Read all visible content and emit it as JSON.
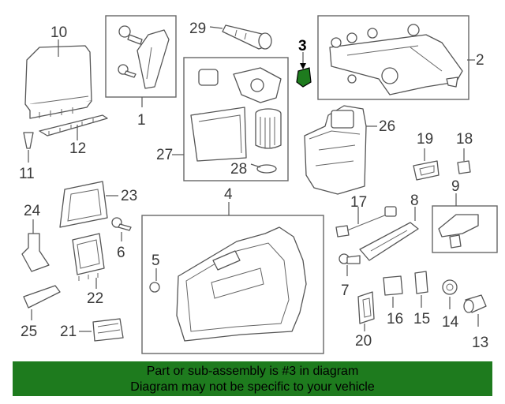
{
  "diagram": {
    "highlight_color": "#1e7b1e",
    "callouts": {
      "c1": "1",
      "c2": "2",
      "c3": "3",
      "c4": "4",
      "c5": "5",
      "c6": "6",
      "c7": "7",
      "c8": "8",
      "c9": "9",
      "c10": "10",
      "c11": "11",
      "c12": "12",
      "c13": "13",
      "c14": "14",
      "c15": "15",
      "c16": "16",
      "c17": "17",
      "c18": "18",
      "c19": "19",
      "c20": "20",
      "c21": "21",
      "c22": "22",
      "c23": "23",
      "c24": "24",
      "c25": "25",
      "c26": "26",
      "c27": "27",
      "c28": "28",
      "c29": "29"
    }
  },
  "banner": {
    "color": "#1e7b1e",
    "line1": "Part or sub-assembly is #3 in diagram",
    "line2": "Diagram may not be specific to your vehicle"
  }
}
